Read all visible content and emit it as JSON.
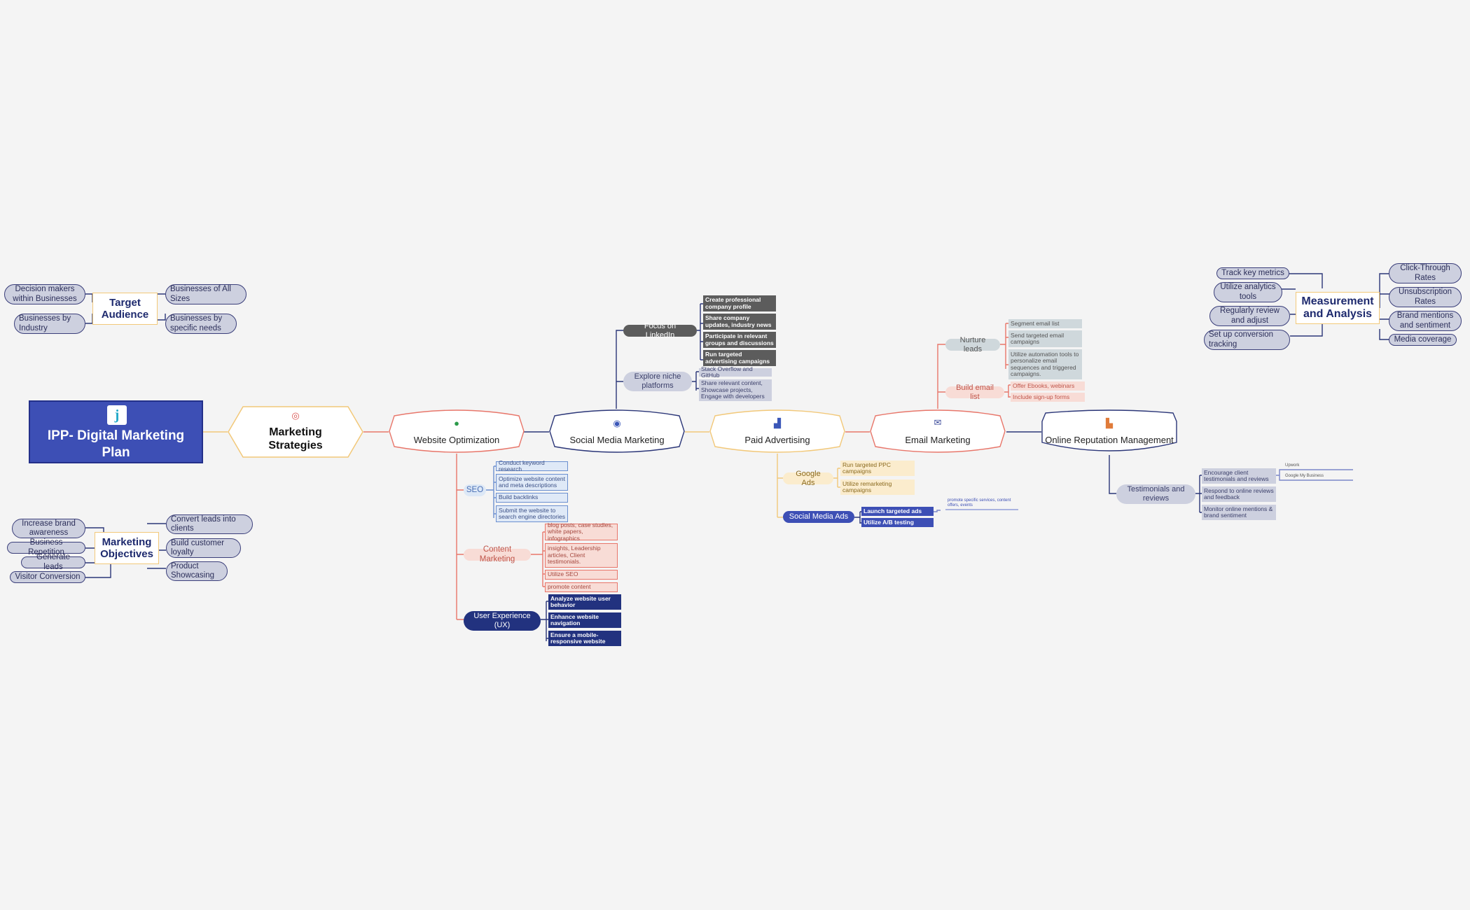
{
  "root": {
    "title_line1": "IPP- Digital Marketing",
    "title_line2": "Plan",
    "logo": "j",
    "logo_icon": "brand-logo-icon"
  },
  "strategies": {
    "line1": "Marketing",
    "line2": "Strategies",
    "icon": "target-icon"
  },
  "main_topics": {
    "website": {
      "label": "Website Optimization",
      "icon": "globe-icon"
    },
    "social": {
      "label": "Social Media Marketing",
      "icon": "person-icon"
    },
    "paid": {
      "label": "Paid Advertising",
      "icon": "chart-icon"
    },
    "email": {
      "label": "Email Marketing",
      "icon": "envelope-icon"
    },
    "reputation": {
      "label": "Online Reputation Management",
      "icon": "bar-chart-icon"
    }
  },
  "target_audience": {
    "title_line1": "Target",
    "title_line2": "Audience",
    "items": [
      "Decision makers within Businesses",
      "Businesses by Industry",
      "Businesses of All Sizes",
      "Businesses by specific needs"
    ]
  },
  "objectives": {
    "title_line1": "Marketing",
    "title_line2": "Objectives",
    "items": [
      "Increase brand awareness",
      "Business Repetition",
      "Generate leads",
      "Visitor Conversion",
      "Convert leads into clients",
      "Build customer loyalty",
      "Product Showcasing"
    ]
  },
  "measurement": {
    "title_line1": "Measurement",
    "title_line2": "and Analysis",
    "items": [
      "Track key metrics",
      "Utilize analytics tools",
      "Regularly review and adjust",
      "Set up conversion tracking",
      "Click-Through Rates",
      "Unsubscription Rates",
      "Brand mentions and sentiment",
      "Media coverage"
    ]
  },
  "seo": {
    "label": "SEO",
    "items": [
      "Conduct keyword research",
      "Optimize website content and meta descriptions",
      "Build backlinks",
      "Submit the website to search engine directories"
    ]
  },
  "content_marketing": {
    "label": "Content Marketing",
    "items": [
      "blog posts, case studies, white papers, infographics",
      "insights, Leadership articles, Client testimonials.",
      "Utilize SEO",
      "promote content"
    ]
  },
  "ux": {
    "label": "User Experience (UX)",
    "items": [
      "Analyze website user behavior",
      "Enhance website navigation",
      "Ensure a mobile-responsive website"
    ]
  },
  "linkedin": {
    "label": "Focus on LinkedIn",
    "items": [
      "Create professional company profile",
      "Share company updates, industry news",
      "Participate in relevant groups and discussions",
      "Run targeted advertising campaigns"
    ]
  },
  "niche": {
    "label": "Explore niche platforms",
    "items": [
      "Stack Overflow and GitHub",
      "Share relevant content, Showcase projects, Engage with developers"
    ]
  },
  "google_ads": {
    "label": "Google Ads",
    "items": [
      "Run targeted PPC campaigns",
      "Utilize remarketing campaigns"
    ]
  },
  "social_ads": {
    "label": "Social Media Ads",
    "items": [
      "Launch targeted ads",
      "Utilize A/B testing"
    ],
    "note": "promote specific services, content offers, events"
  },
  "nurture": {
    "label": "Nurture leads",
    "items": [
      "Segment email list",
      "Send targeted email campaigns",
      "Utilize automation tools to personalize email sequences and triggered campaigns."
    ]
  },
  "build_list": {
    "label": "Build email list",
    "items": [
      "Offer Ebooks, webinars",
      "Include sign-up forms"
    ]
  },
  "testimonials": {
    "label": "Testimonials and reviews",
    "items": [
      "Encourage client testimonials and reviews",
      "Respond to online reviews and feedback",
      "Monitor online mentions & brand sentiment"
    ],
    "sub_items": [
      "Upwork",
      "Google My Business"
    ]
  },
  "colors": {
    "root": "#3d4fb5",
    "orange": "#f2c879",
    "red": "#e8766a",
    "navy": "#2b3678",
    "pill": "#cdd0df"
  }
}
